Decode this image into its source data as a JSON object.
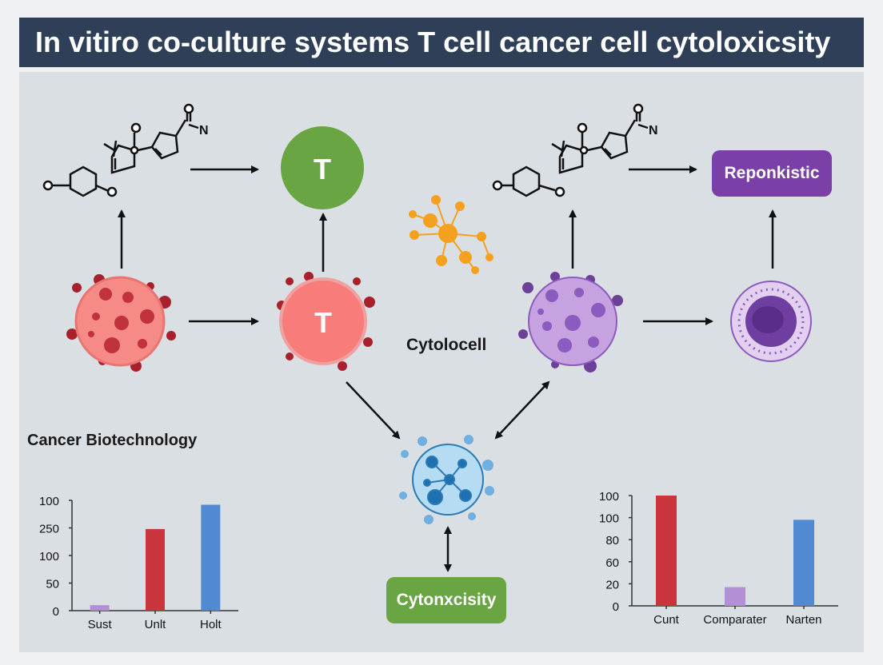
{
  "title": "In vitiro co-culture systems T cell cancer cell cytoloxicsity",
  "diagram": {
    "t_cell_label": "T",
    "center_label": "Cytolocell",
    "result_label": "Reponkistic",
    "bottom_label": "Cytonxcisity",
    "section_label": "Cancer Biotechnology",
    "molecule_atom_n": "N",
    "molecule_atom_n2": "N"
  },
  "colors": {
    "title_bg": "#2f3f57",
    "green": "#6aa544",
    "red_cell": "#f27a78",
    "purple": "#7b3fa8",
    "blue_cell": "#3a8fcc",
    "orange": "#f5a01f"
  },
  "chart_data": [
    {
      "type": "bar",
      "categories": [
        "Sust",
        "Unlt",
        "Holt"
      ],
      "values": [
        5,
        74,
        96
      ],
      "colors": [
        "#b38fd6",
        "#c9353c",
        "#4f8ad2"
      ],
      "ytick_labels": [
        "0",
        "50",
        "100",
        "250",
        "100"
      ],
      "ytick_fractions": [
        0,
        0.25,
        0.5,
        0.75,
        1.0
      ],
      "ylim": [
        0,
        100
      ]
    },
    {
      "type": "bar",
      "categories": [
        "Cunt",
        "Comparater",
        "Narten"
      ],
      "values": [
        100,
        17,
        78
      ],
      "colors": [
        "#c9353c",
        "#b38fd6",
        "#4f8ad2"
      ],
      "ytick_labels": [
        "0",
        "20",
        "60",
        "80",
        "100",
        "100"
      ],
      "ytick_fractions": [
        0,
        0.2,
        0.4,
        0.6,
        0.8,
        1.0
      ],
      "ylim": [
        0,
        100
      ]
    }
  ]
}
